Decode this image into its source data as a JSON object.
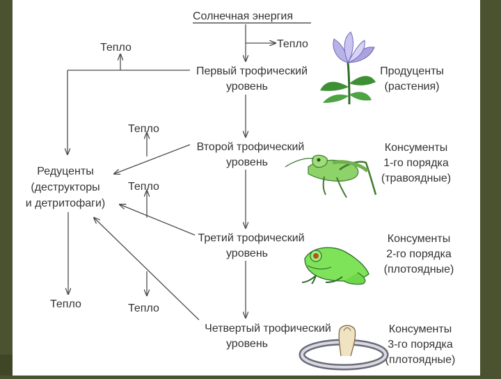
{
  "source": "Солнечная энергия",
  "heat": "Тепло",
  "levels": [
    {
      "line1": "Первый трофический",
      "line2": "уровень"
    },
    {
      "line1": "Второй трофический",
      "line2": "уровень"
    },
    {
      "line1": "Третий трофический",
      "line2": "уровень"
    },
    {
      "line1": "Четвертый трофический",
      "line2": "уровень"
    }
  ],
  "roles": [
    {
      "line1": "Продуценты",
      "line2": "(растения)"
    },
    {
      "line1": "Консументы",
      "line2": "1-го порядка",
      "line3": "(травоядные)"
    },
    {
      "line1": "Консументы",
      "line2": "2-го порядка",
      "line3": "(плотоядные)"
    },
    {
      "line1": "Консументы",
      "line2": "3-го порядка",
      "line3": "(плотоядные)"
    }
  ],
  "reducers": {
    "line1": "Редуценты",
    "line2": "(деструкторы",
    "line3": "и детритофаги)"
  },
  "icons": {
    "producer": "flower-icon",
    "consumer1": "grasshopper-icon",
    "consumer2": "frog-icon",
    "consumer3": "cobra-icon"
  },
  "colors": {
    "background_frame": "#4b5230",
    "slide": "#ffffff",
    "text": "#333333",
    "arrows": "#4a4a4a",
    "frog_green": "#7fe35a",
    "grasshopper_green": "#8ed26a",
    "petal_lilac": "#b7b2e8"
  }
}
